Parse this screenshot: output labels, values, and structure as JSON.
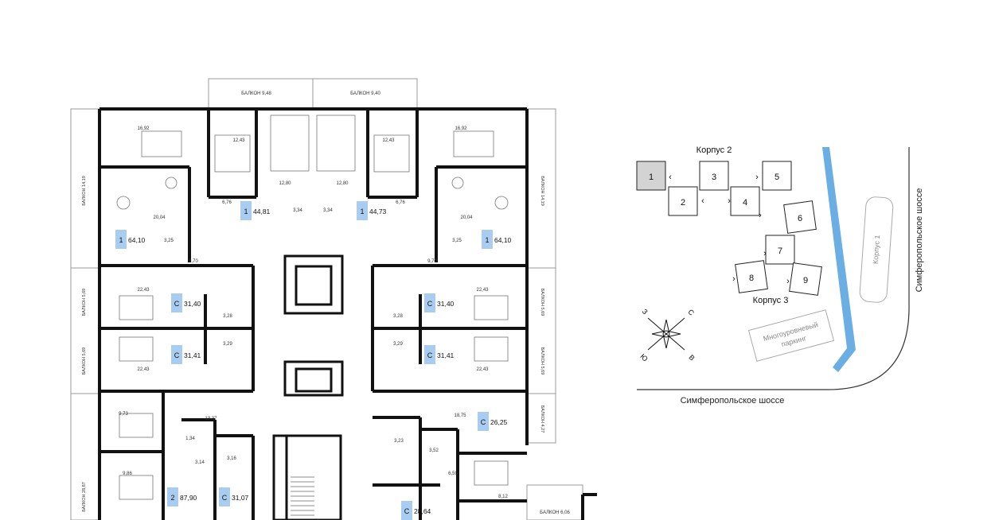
{
  "floorplan": {
    "balconies_top": [
      "БАЛКОН 9,48",
      "БАЛКОН 9,40"
    ],
    "balconies_side": [
      "БАЛКОН 14,19",
      "БАЛКОН 14,19",
      "БАЛКОН 5,69",
      "БАЛКОН 5,69",
      "БАЛКОН 5,69",
      "БАЛКОН 5,69",
      "БАЛКОН 28,87",
      "БАЛКОН 4,27",
      "БАЛКОН 6,06"
    ],
    "room_areas": [
      "16,92",
      "12,43",
      "12,80",
      "12,80",
      "12,43",
      "16,92",
      "6,76",
      "3,34",
      "3,34",
      "6,76",
      "20,04",
      "20,04",
      "3,25",
      "3,25",
      "9,70",
      "9,70",
      "22,43",
      "22,43",
      "3,28",
      "3,28",
      "3,29",
      "3,29",
      "22,43",
      "22,43",
      "9,73",
      "13,37",
      "1,34",
      "3,14",
      "3,16",
      "9,86",
      "18,75",
      "3,23",
      "3,52",
      "6,59",
      "8,12"
    ],
    "apartments": [
      {
        "type": "1",
        "area": "44,81"
      },
      {
        "type": "1",
        "area": "44,73"
      },
      {
        "type": "1",
        "area": "64,10"
      },
      {
        "type": "1",
        "area": "64,10"
      },
      {
        "type": "С",
        "area": "31,40"
      },
      {
        "type": "С",
        "area": "31,40"
      },
      {
        "type": "С",
        "area": "31,41"
      },
      {
        "type": "С",
        "area": "31,41"
      },
      {
        "type": "2",
        "area": "87,90"
      },
      {
        "type": "С",
        "area": "31,07"
      },
      {
        "type": "С",
        "area": "26,25"
      },
      {
        "type": "С",
        "area": "28,64"
      }
    ]
  },
  "site_map": {
    "korpus2_label": "Корпус 2",
    "korpus3_label": "Корпус 3",
    "korpus1_label": "Корпус 1",
    "buildings": [
      "1",
      "2",
      "3",
      "4",
      "5",
      "6",
      "7",
      "8",
      "9"
    ],
    "active_building": "1",
    "parking_label_line1": "Многоуровневый",
    "parking_label_line2": "паркинг",
    "road_bottom": "Симферопольское шоссе",
    "road_right": "Симферопольское шоссе",
    "compass": {
      "n": "С",
      "s": "Ю",
      "e": "В",
      "w": "З"
    }
  },
  "colors": {
    "badge": "#a9cdf0",
    "river": "#6aaee3",
    "active_building": "#d3d3d3",
    "wall": "#111111"
  }
}
